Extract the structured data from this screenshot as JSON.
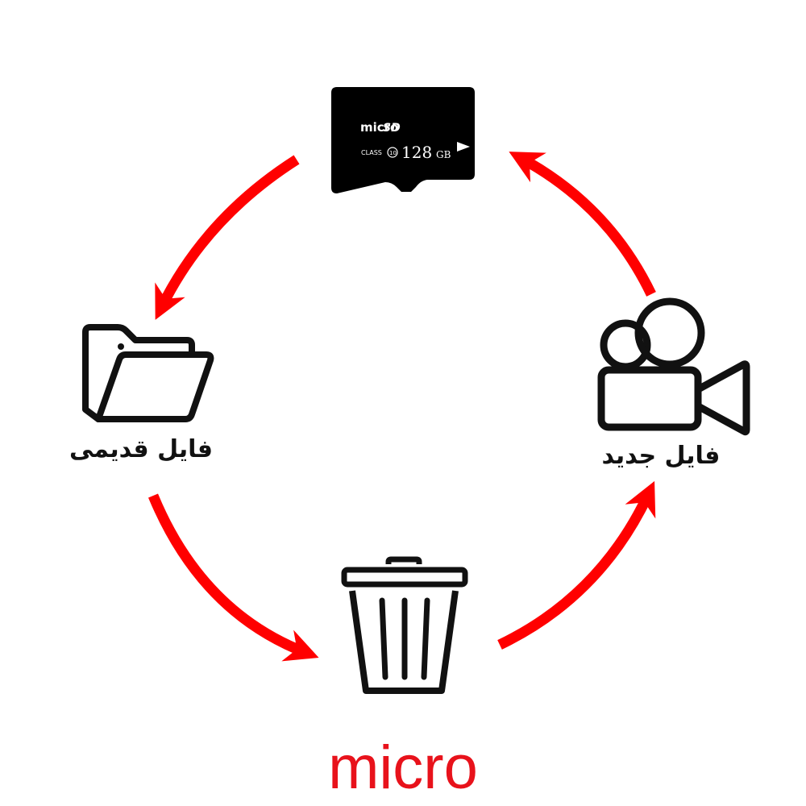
{
  "colors": {
    "arrow": "#ff0000",
    "icon": "#111111",
    "brand": "#e8121b",
    "card": "#000000",
    "card_text": "#ffffff"
  },
  "nodes": {
    "sd_card": {
      "icon": "micro-sd-card-icon",
      "logo_text": "micro",
      "logo_sd": "SD",
      "class_text": "CLASS",
      "class_num": "10",
      "capacity": "128",
      "unit": "GB"
    },
    "old_file": {
      "icon": "folder-icon",
      "label": "فایل قدیمی"
    },
    "trash": {
      "icon": "trash-can-icon"
    },
    "new_file": {
      "icon": "video-camera-icon",
      "label": "فایل جدید"
    }
  },
  "brand": "micro"
}
